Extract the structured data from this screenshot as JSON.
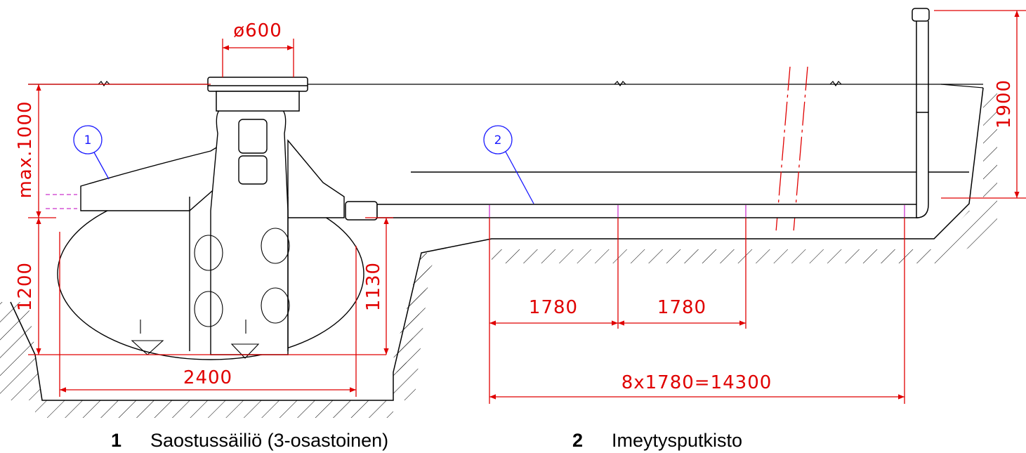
{
  "callouts": [
    {
      "number": "1",
      "label": "Saostussäiliö (3-osastoinen)"
    },
    {
      "number": "2",
      "label": "Imeytysputkisto"
    }
  ],
  "dimensions": {
    "manhole_diameter": "ø600",
    "max_cover": "max.1000",
    "tank_height": "1200",
    "tank_length": "2400",
    "outlet_height": "1130",
    "segment_a": "1780",
    "segment_b": "1780",
    "total_pipe": "8x1780=14300",
    "vent_height": "1900"
  },
  "colors": {
    "outline": "#000000",
    "dimension": "#e00000",
    "callout": "#1a1aff",
    "pipe_joint": "#cc33cc"
  }
}
